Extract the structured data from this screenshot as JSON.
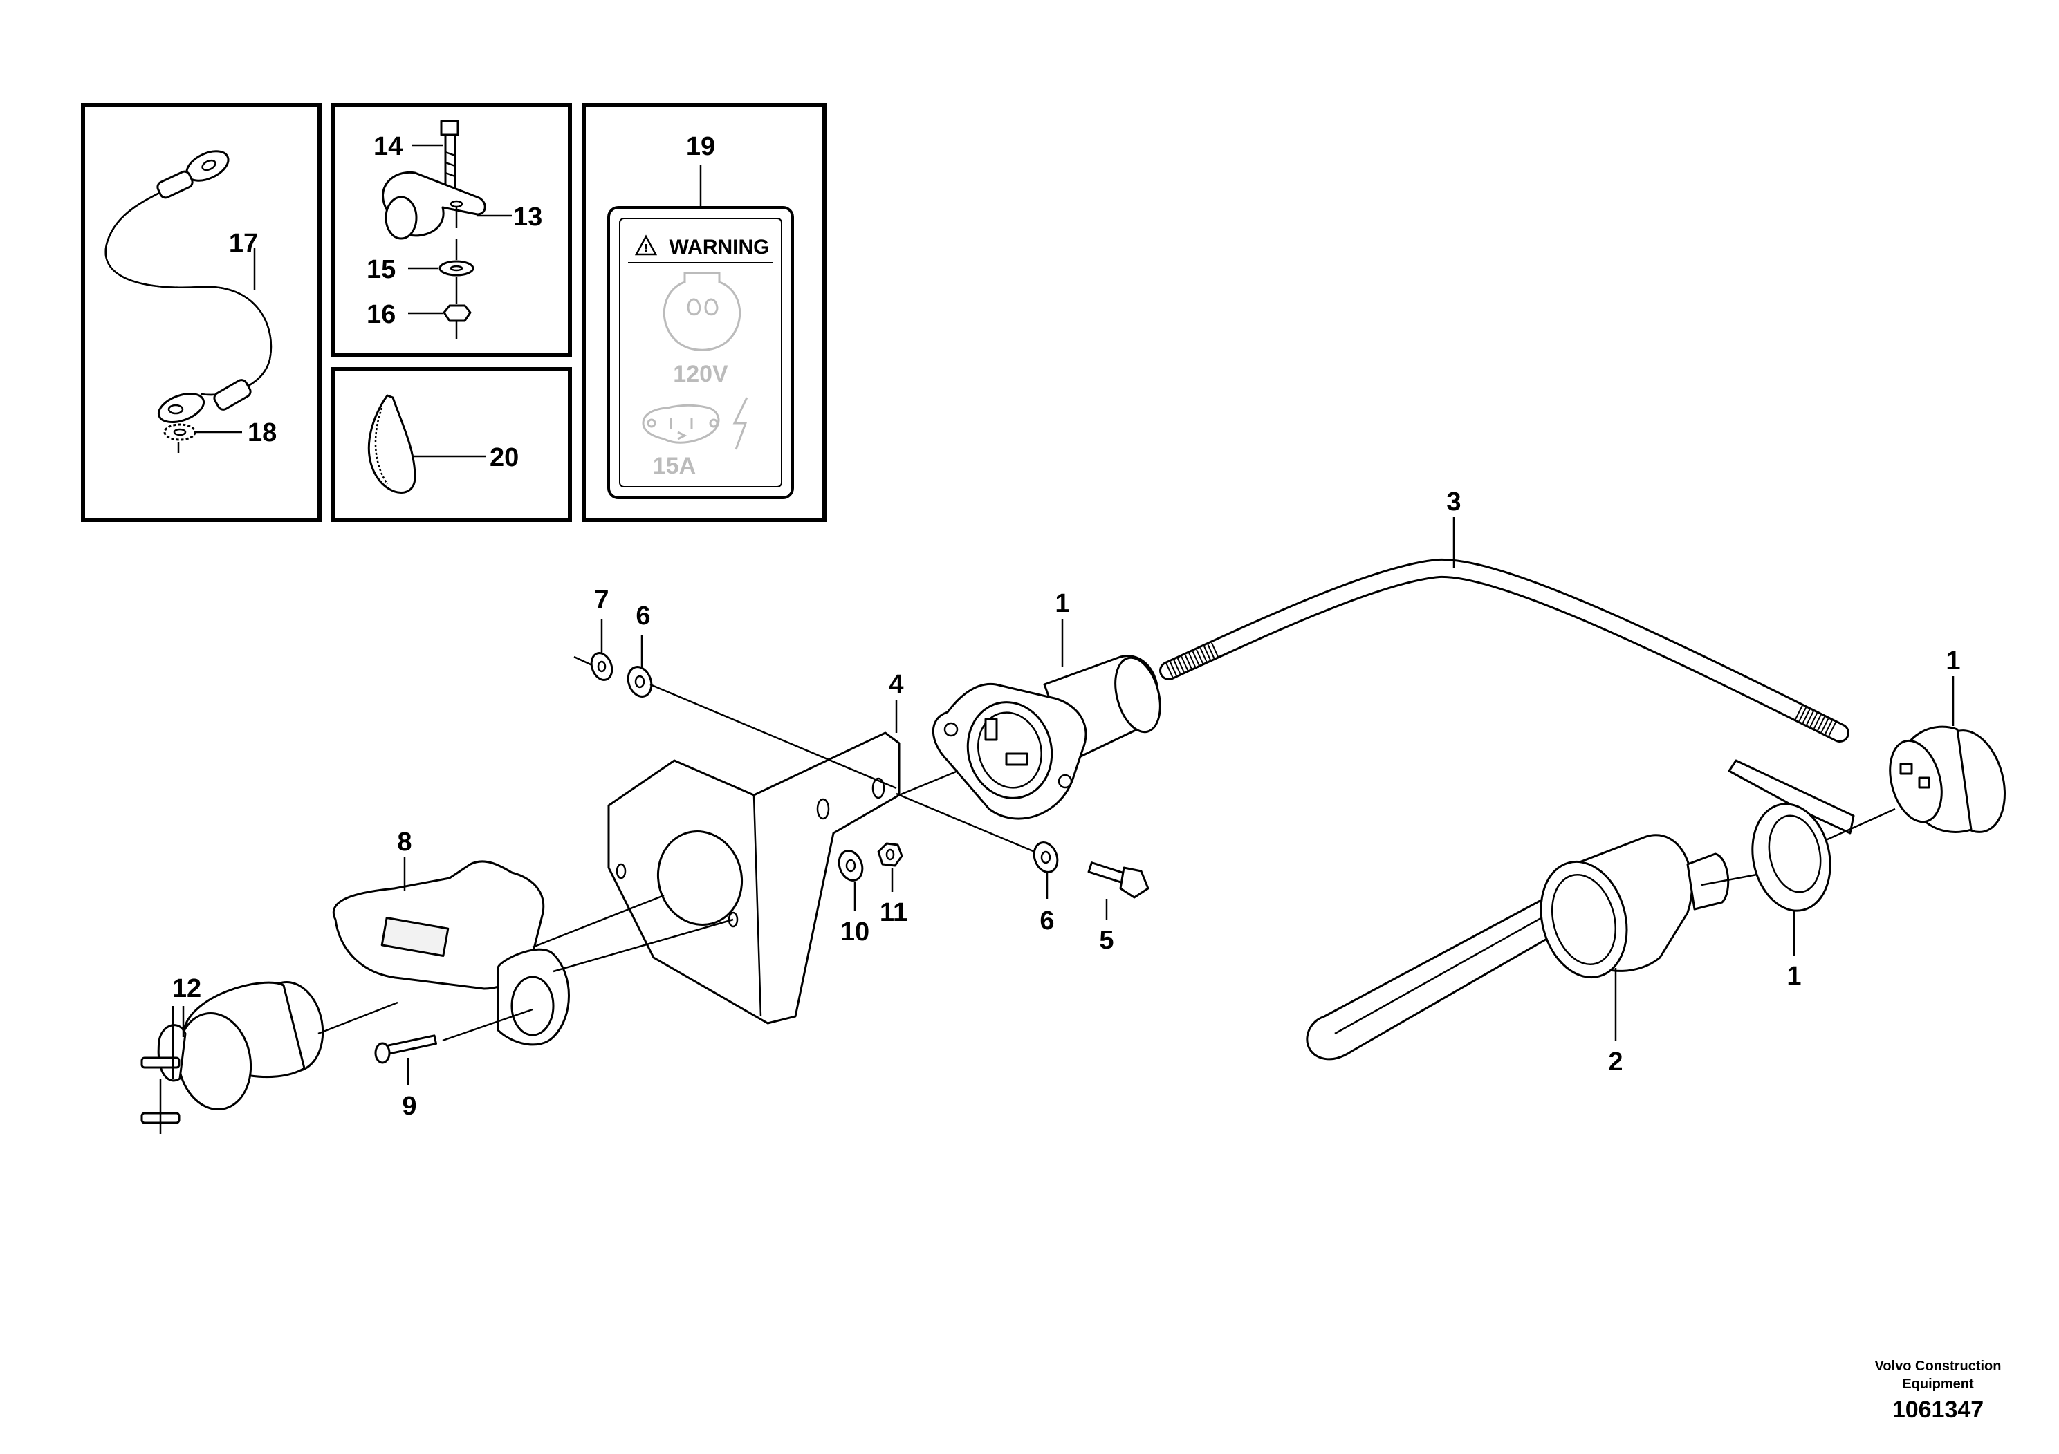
{
  "diagram": {
    "callouts": {
      "c1a": "1",
      "c1b": "1",
      "c1c": "1",
      "c2": "2",
      "c3": "3",
      "c4": "4",
      "c5": "5",
      "c6a": "6",
      "c6b": "6",
      "c7": "7",
      "c8": "8",
      "c9": "9",
      "c10": "10",
      "c11": "11",
      "c12": "12",
      "c13": "13",
      "c14": "14",
      "c15": "15",
      "c16": "16",
      "c17": "17",
      "c18": "18",
      "c19": "19",
      "c20": "20"
    },
    "decal": {
      "header": "WARNING",
      "voltage": "120V",
      "amperage": "15A"
    },
    "footer": {
      "company_line1": "Volvo Construction",
      "company_line2": "Equipment",
      "drawing_number": "1061347"
    }
  }
}
